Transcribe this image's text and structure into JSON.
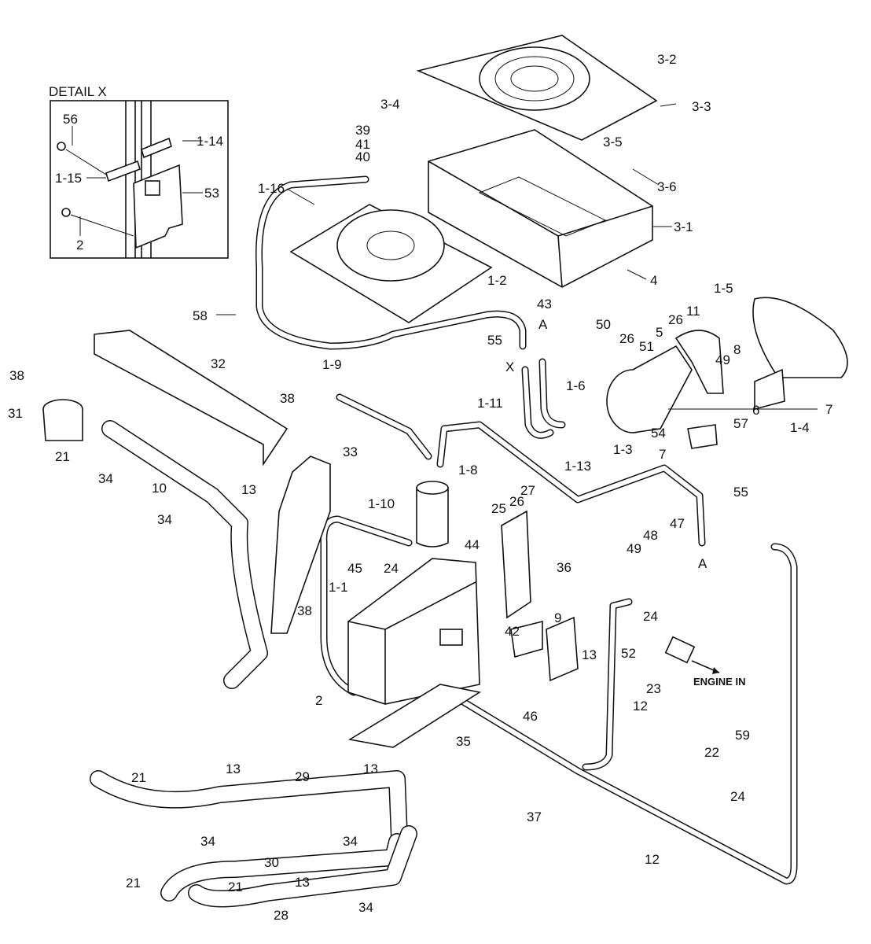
{
  "detail": {
    "title": "DETAIL X",
    "labels": [
      "56",
      "1-14",
      "1-15",
      "53",
      "2"
    ]
  },
  "labels": [
    "3-2",
    "3-3",
    "3-4",
    "39",
    "41",
    "40",
    "3-5",
    "3-6",
    "1-16",
    "3-1",
    "4",
    "1-2",
    "43",
    "58",
    "1-5",
    "11",
    "26",
    "A",
    "50",
    "26",
    "5",
    "51",
    "55",
    "8",
    "49",
    "1-9",
    "X",
    "1-6",
    "32",
    "38",
    "38",
    "31",
    "1-11",
    "6",
    "7",
    "57",
    "1-3",
    "1-4",
    "54",
    "7",
    "21",
    "33",
    "13",
    "34",
    "10",
    "34",
    "1-8",
    "27",
    "26",
    "25",
    "1-13",
    "55",
    "47",
    "48",
    "49",
    "A",
    "1-10",
    "44",
    "45",
    "24",
    "1-1",
    "36",
    "38",
    "24",
    "52",
    "23",
    "42",
    "9",
    "13",
    "46",
    "12",
    "2",
    "35",
    "59",
    "22",
    "24",
    "21",
    "13",
    "13",
    "29",
    "37",
    "34",
    "34",
    "13",
    "30",
    "21",
    "21",
    "12",
    "34",
    "28"
  ],
  "annotation": "ENGINE IN"
}
